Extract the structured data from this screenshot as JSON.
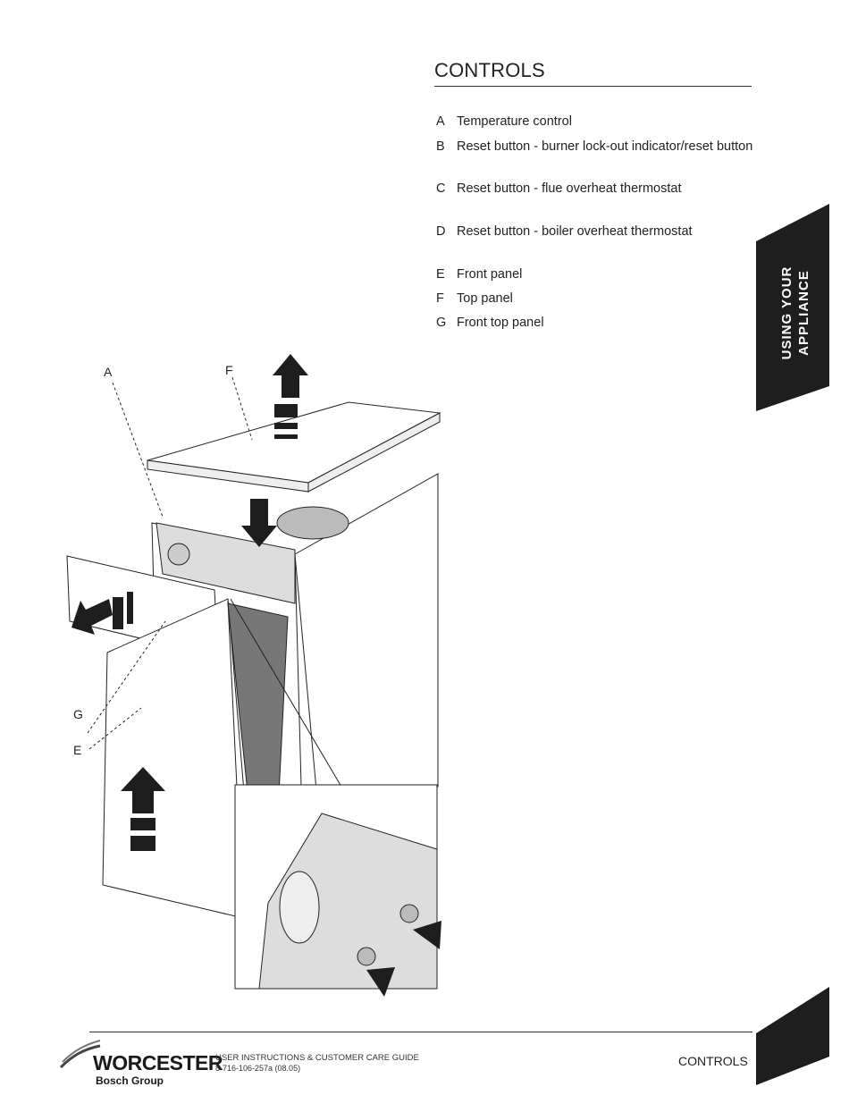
{
  "page_title": "CONTROLS",
  "legend": [
    {
      "letter": "A",
      "text": "Temperature control"
    },
    {
      "letter": "B",
      "text": "Reset button - burner lock-out indicator/reset button"
    },
    {
      "letter": "C",
      "text": "Reset button - flue overheat thermostat"
    },
    {
      "letter": "D",
      "text": "Reset button - boiler overheat thermostat"
    },
    {
      "letter": "E",
      "text": "Front panel"
    },
    {
      "letter": "F",
      "text": "Top panel"
    },
    {
      "letter": "G",
      "text": "Front top panel"
    }
  ],
  "side_tab": {
    "line1": "USING YOUR",
    "line2": "APPLIANCE",
    "color": "#1e1e1e"
  },
  "callouts": {
    "a": "A",
    "f": "F",
    "g": "G",
    "e": "E"
  },
  "footer": {
    "brand": "WORCESTER",
    "brand_sub": "Bosch Group",
    "guide_title": "USER INSTRUCTIONS & CUSTOMER CARE GUIDE",
    "guide_code": "8-716-106-257a (08.05)",
    "section": "CONTROLS"
  }
}
